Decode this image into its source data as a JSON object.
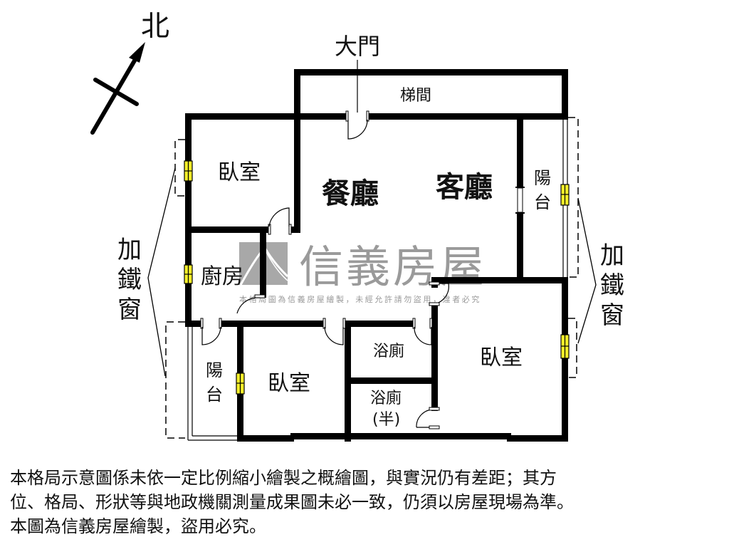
{
  "compass": {
    "north_label": "北",
    "icon": "north-arrow-icon"
  },
  "entrance": {
    "label": "大門"
  },
  "rooms": {
    "stairwell": "梯間",
    "bedroom_top_left": "臥室",
    "dining_room": "餐廳",
    "living_room": "客廳",
    "balcony_right_1": "陽",
    "balcony_right_2": "台",
    "kitchen": "廚房",
    "balcony_left_1": "陽",
    "balcony_left_2": "台",
    "bedroom_bottom_middle": "臥室",
    "bathroom": "浴廁",
    "half_bathroom": "浴廁",
    "half_bathroom_note": "(半)",
    "bedroom_bottom_right": "臥室"
  },
  "annotations": {
    "left_iron_window": [
      "加",
      "鐵",
      "窗"
    ],
    "right_iron_window": [
      "加",
      "鐵",
      "窗"
    ]
  },
  "watermark": {
    "brand": "信義房屋",
    "notice": "本格局圖為信義房屋繪製，未經允許請勿盜用，違者必究",
    "logo_color": "#a8a8a8"
  },
  "colors": {
    "wall": "#000000",
    "window_fill": "#f5ef2a",
    "background": "#ffffff"
  },
  "disclaimer": {
    "lines": [
      "本格局示意圖係未依一定比例縮小繪製之概繪圖，與實況仍有差距；其方",
      "位、格局、形狀等與地政機關測量成果圖未必一致，仍須以房屋現場為準。",
      "本圖為信義房屋繪製，盜用必究。"
    ]
  }
}
